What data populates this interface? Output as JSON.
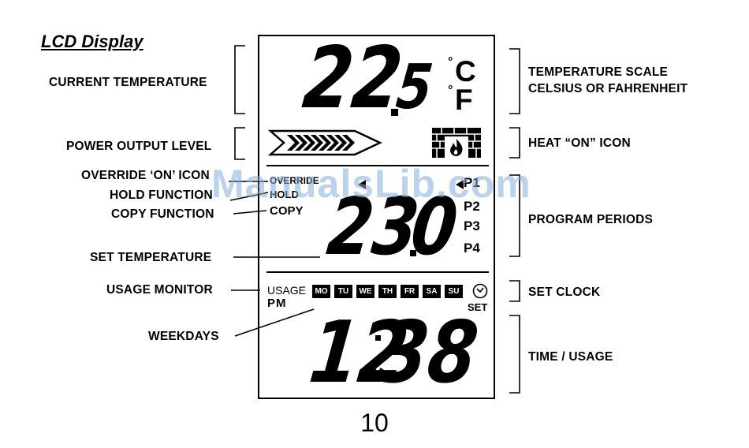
{
  "title": "LCD Display",
  "labels_left": {
    "current_temperature": "CURRENT TEMPERATURE",
    "power_output_level": "POWER OUTPUT LEVEL",
    "override_on_icon": "OVERRIDE ‘ON’ ICON",
    "hold_function": "HOLD FUNCTION",
    "copy_function": "COPY FUNCTION",
    "set_temperature": "SET TEMPERATURE",
    "usage_monitor": "USAGE MONITOR",
    "weekdays": "WEEKDAYS"
  },
  "labels_right": {
    "temperature_scale_1": "TEMPERATURE SCALE",
    "temperature_scale_2": "CELSIUS OR FAHRENHEIT",
    "heat_on_icon": "HEAT “ON” ICON",
    "program_periods": "PROGRAM PERIODS",
    "set_clock": "SET CLOCK",
    "time_usage": "TIME / USAGE"
  },
  "lcd": {
    "current_temp_int": "22",
    "current_temp_dec": "5",
    "unit_c": "C",
    "unit_f": "F",
    "degree": "°",
    "override_text": "OVERRIDE",
    "hold_text": "HOLD",
    "copy_text": "COPY",
    "set_temp_int": "23",
    "set_temp_dec": "0",
    "periods": [
      "P1",
      "P2",
      "P3",
      "P4"
    ],
    "usage_text": "USAGE",
    "pm_text": "PM",
    "weekdays": [
      "MO",
      "TU",
      "WE",
      "TH",
      "FR",
      "SA",
      "SU"
    ],
    "set_text": "SET",
    "time_hours": "12",
    "time_minutes": "38"
  },
  "page_number": "10",
  "watermark": "ManualsLib.com"
}
